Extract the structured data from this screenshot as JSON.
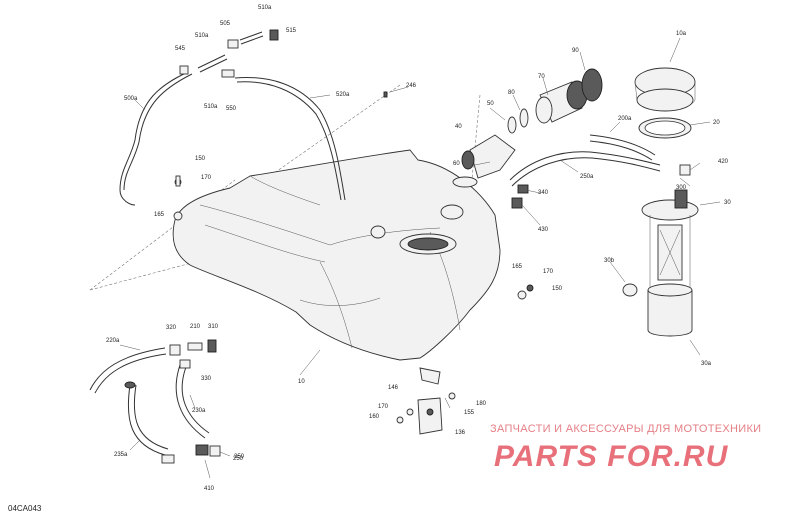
{
  "diagram": {
    "code": "04CA043",
    "labels": [
      "10",
      "10a",
      "20",
      "30",
      "30a",
      "30b",
      "40",
      "50",
      "60",
      "70",
      "80",
      "90",
      "136",
      "146",
      "150",
      "155",
      "160",
      "165",
      "170",
      "180",
      "200a",
      "210",
      "220a",
      "230a",
      "235a",
      "246",
      "250",
      "250a",
      "300",
      "310",
      "320",
      "330",
      "340",
      "350",
      "410",
      "420",
      "430",
      "505",
      "510a",
      "515",
      "520a",
      "545",
      "550",
      "500a"
    ],
    "watermark": {
      "tagline": "ЗАПЧАСТИ И АКСЕССУАРЫ ДЛЯ МОТОТЕХНИКИ",
      "brand": "PARTS FOR.RU"
    }
  }
}
